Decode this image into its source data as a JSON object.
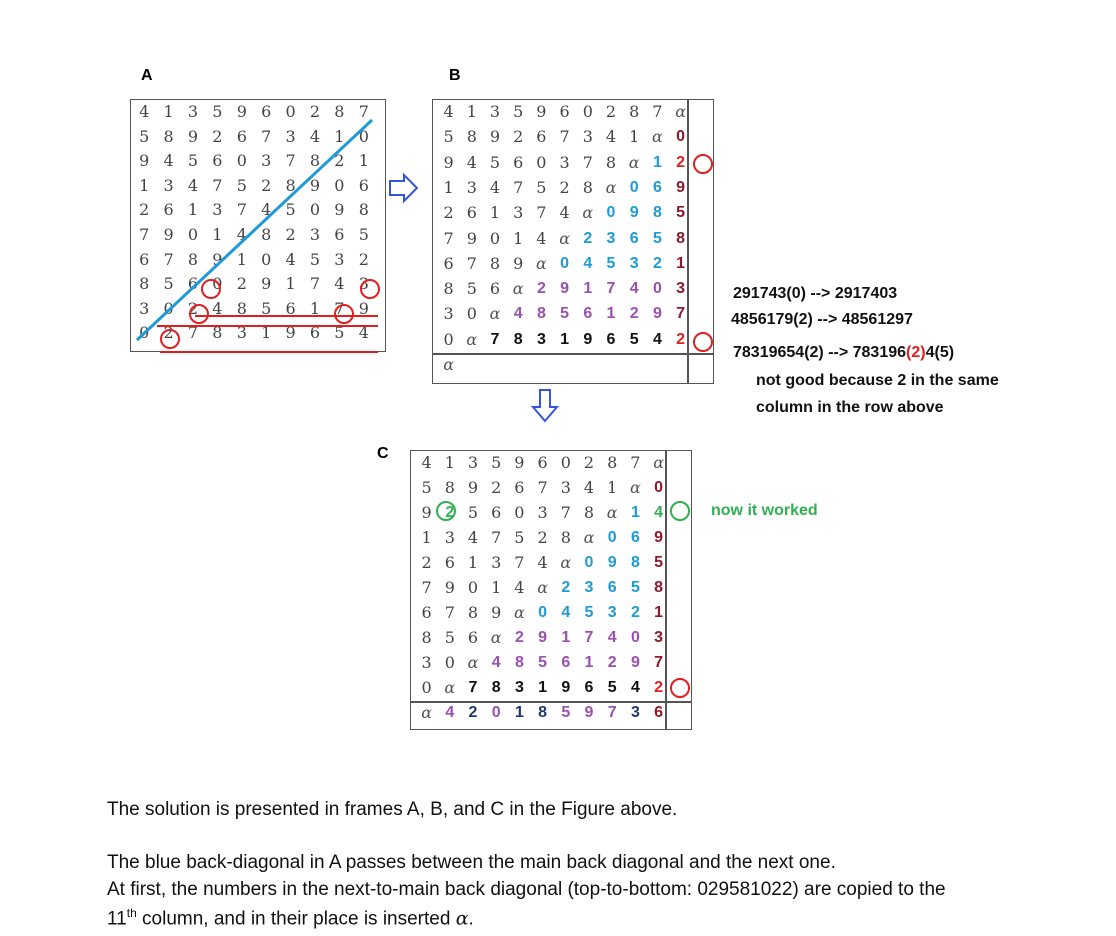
{
  "labels": {
    "a": "A",
    "b": "B",
    "c": "C"
  },
  "colors": {
    "blue": "#1e9bd7",
    "red": "#e02020",
    "maroon": "#8b1a2e",
    "purple": "#9b4fb0",
    "green": "#30b050",
    "navy": "#1f3a6a",
    "gray": "#444444"
  },
  "alpha_symbol": "α",
  "frame_a": {
    "rows": [
      [
        "4",
        "1",
        "3",
        "5",
        "9",
        "6",
        "0",
        "2",
        "8",
        "7"
      ],
      [
        "5",
        "8",
        "9",
        "2",
        "6",
        "7",
        "3",
        "4",
        "1",
        "0"
      ],
      [
        "9",
        "4",
        "5",
        "6",
        "0",
        "3",
        "7",
        "8",
        "2",
        "1"
      ],
      [
        "1",
        "3",
        "4",
        "7",
        "5",
        "2",
        "8",
        "9",
        "0",
        "6"
      ],
      [
        "2",
        "6",
        "1",
        "3",
        "7",
        "4",
        "5",
        "0",
        "9",
        "8"
      ],
      [
        "7",
        "9",
        "0",
        "1",
        "4",
        "8",
        "2",
        "3",
        "6",
        "5"
      ],
      [
        "6",
        "7",
        "8",
        "9",
        "1",
        "0",
        "4",
        "5",
        "3",
        "2"
      ],
      [
        "8",
        "5",
        "6",
        "0",
        "2",
        "9",
        "1",
        "7",
        "4",
        "3"
      ],
      [
        "3",
        "0",
        "2",
        "4",
        "8",
        "5",
        "6",
        "1",
        "7",
        "9"
      ],
      [
        "0",
        "2",
        "7",
        "8",
        "3",
        "1",
        "9",
        "6",
        "5",
        "4"
      ]
    ]
  },
  "frame_b": {
    "rows": [
      [
        "4",
        "1",
        "3",
        "5",
        "9",
        "6",
        "0",
        "2",
        "8",
        "7",
        "α"
      ],
      [
        "5",
        "8",
        "9",
        "2",
        "6",
        "7",
        "3",
        "4",
        "1",
        "α",
        "0"
      ],
      [
        "9",
        "4",
        "5",
        "6",
        "0",
        "3",
        "7",
        "8",
        "α",
        "1",
        "2"
      ],
      [
        "1",
        "3",
        "4",
        "7",
        "5",
        "2",
        "8",
        "α",
        "0",
        "6",
        "9"
      ],
      [
        "2",
        "6",
        "1",
        "3",
        "7",
        "4",
        "α",
        "0",
        "9",
        "8",
        "5"
      ],
      [
        "7",
        "9",
        "0",
        "1",
        "4",
        "α",
        "2",
        "3",
        "6",
        "5",
        "8"
      ],
      [
        "6",
        "7",
        "8",
        "9",
        "α",
        "0",
        "4",
        "5",
        "3",
        "2",
        "1"
      ],
      [
        "8",
        "5",
        "6",
        "α",
        "2",
        "9",
        "1",
        "7",
        "4",
        "0",
        "3"
      ],
      [
        "3",
        "0",
        "α",
        "4",
        "8",
        "5",
        "6",
        "1",
        "2",
        "9",
        "7"
      ],
      [
        "0",
        "α",
        "7",
        "8",
        "3",
        "1",
        "9",
        "6",
        "5",
        "4",
        "2"
      ],
      [
        "α",
        "",
        "",
        "",
        "",
        "",
        "",
        "",
        "",
        "",
        ""
      ]
    ]
  },
  "frame_c": {
    "rows": [
      [
        "4",
        "1",
        "3",
        "5",
        "9",
        "6",
        "0",
        "2",
        "8",
        "7",
        "α"
      ],
      [
        "5",
        "8",
        "9",
        "2",
        "6",
        "7",
        "3",
        "4",
        "1",
        "α",
        "0"
      ],
      [
        "9",
        "2",
        "5",
        "6",
        "0",
        "3",
        "7",
        "8",
        "α",
        "1",
        "4"
      ],
      [
        "1",
        "3",
        "4",
        "7",
        "5",
        "2",
        "8",
        "α",
        "0",
        "6",
        "9"
      ],
      [
        "2",
        "6",
        "1",
        "3",
        "7",
        "4",
        "α",
        "0",
        "9",
        "8",
        "5"
      ],
      [
        "7",
        "9",
        "0",
        "1",
        "4",
        "α",
        "2",
        "3",
        "6",
        "5",
        "8"
      ],
      [
        "6",
        "7",
        "8",
        "9",
        "α",
        "0",
        "4",
        "5",
        "3",
        "2",
        "1"
      ],
      [
        "8",
        "5",
        "6",
        "α",
        "2",
        "9",
        "1",
        "7",
        "4",
        "0",
        "3"
      ],
      [
        "3",
        "0",
        "α",
        "4",
        "8",
        "5",
        "6",
        "1",
        "2",
        "9",
        "7"
      ],
      [
        "0",
        "α",
        "7",
        "8",
        "3",
        "1",
        "9",
        "6",
        "5",
        "4",
        "2"
      ],
      [
        "α",
        "4",
        "2",
        "0",
        "1",
        "8",
        "5",
        "9",
        "7",
        "3",
        "6"
      ]
    ]
  },
  "notes": {
    "n1": {
      "a": "291743(0) --> ",
      "b": "2917403"
    },
    "n2": {
      "a": "4856179(2) --> ",
      "b": "48561297"
    },
    "n3": {
      "a": "78319654(2) --> 783196",
      "b": "(2)",
      "c": "4(5)"
    },
    "n4": "not good because 2 in the same",
    "n5": "column in the row above",
    "n6": "now it worked"
  },
  "caption": {
    "line1": "The solution is presented in frames A, B, and C in the Figure above.",
    "line2": "The blue back-diagonal in A passes between the main back diagonal and the next one.",
    "line3": "At first, the numbers in the next-to-main back diagonal (top-to-bottom: 029581022) are copied to the",
    "line4_pre": "11",
    "line4_sup": "th",
    "line4_post": " column, and in their place is inserted ",
    "line4_alpha": "α",
    "line4_end": "."
  }
}
